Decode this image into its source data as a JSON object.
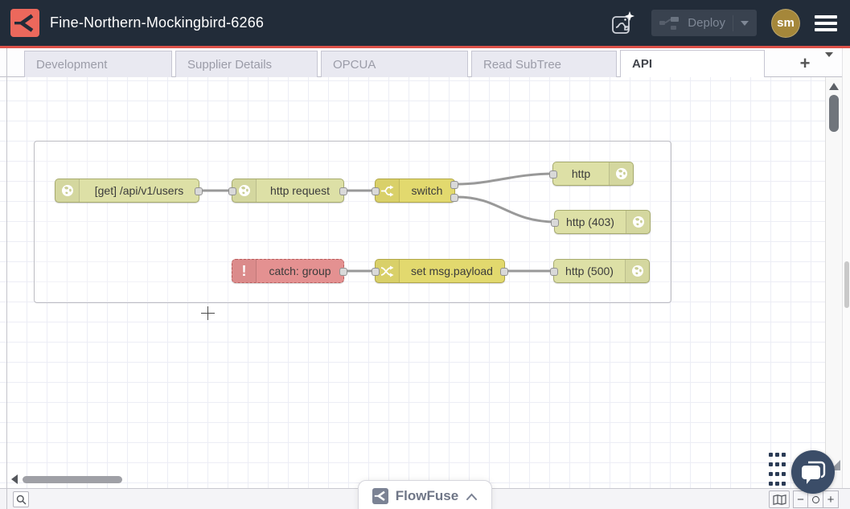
{
  "header": {
    "title": "Fine-Northern-Mockingbird-6266",
    "deploy_button": {
      "label": "Deploy",
      "enabled": false
    },
    "avatar": {
      "initials": "sm",
      "color": "#a5873a"
    },
    "background_color": "#222c39",
    "accent_color": "#dd5149"
  },
  "tabs": {
    "items": [
      {
        "label": "Development",
        "active": false
      },
      {
        "label": "Supplier Details",
        "active": false
      },
      {
        "label": "OPCUA",
        "active": false
      },
      {
        "label": "Read SubTree",
        "active": false
      },
      {
        "label": "API",
        "active": true
      }
    ],
    "add_button_label": "+"
  },
  "flow": {
    "nodes": [
      {
        "label": "[get] /api/v1/users",
        "type": "http in",
        "icon": "globe-icon",
        "color": "#dde0a6"
      },
      {
        "label": "http request",
        "type": "http request",
        "icon": "globe-icon",
        "color": "#dde0a6"
      },
      {
        "label": "switch",
        "type": "switch",
        "icon": "switch-icon",
        "color": "#e2d96e",
        "outputs": 2
      },
      {
        "label": "http",
        "type": "http response",
        "icon": "globe-icon",
        "color": "#dde0a6"
      },
      {
        "label": "http (403)",
        "type": "http response",
        "icon": "globe-icon",
        "color": "#dde0a6"
      },
      {
        "label": "catch: group",
        "type": "catch",
        "icon": "exclamation-icon",
        "color": "#e49191"
      },
      {
        "label": "set msg.payload",
        "type": "change",
        "icon": "change-icon",
        "color": "#e2d96e"
      },
      {
        "label": "http (500)",
        "type": "http response",
        "icon": "globe-icon",
        "color": "#dde0a6"
      }
    ],
    "wire_color": "#999999",
    "group_border_color": "#bdbdc2"
  },
  "footer": {
    "zoom_out_label": "−",
    "zoom_in_label": "+"
  },
  "branding": {
    "label": "FlowFuse"
  }
}
